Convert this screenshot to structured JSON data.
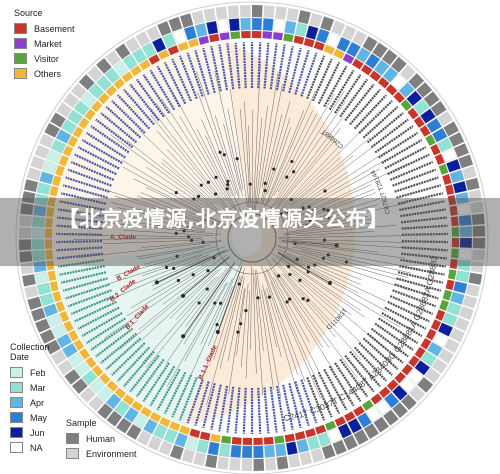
{
  "legend_source": {
    "title": "Source",
    "items": [
      {
        "label": "Basement",
        "color": "#c8352b"
      },
      {
        "label": "Market",
        "color": "#8b3fd1"
      },
      {
        "label": "Visitor",
        "color": "#5aa53a"
      },
      {
        "label": "Others",
        "color": "#f0b73b"
      }
    ]
  },
  "legend_date": {
    "title": "Collection Date",
    "items": [
      {
        "label": "Feb",
        "color": "#c8f1ea"
      },
      {
        "label": "Mar",
        "color": "#8ee3d5"
      },
      {
        "label": "Apr",
        "color": "#5fb4e8"
      },
      {
        "label": "May",
        "color": "#2b7fd6"
      },
      {
        "label": "Jun",
        "color": "#0a1f9e"
      },
      {
        "label": "NA",
        "color": "#ffffff"
      }
    ]
  },
  "legend_sample": {
    "title": "Sample",
    "items": [
      {
        "label": "Human",
        "color": "#7f7f7f"
      },
      {
        "label": "Environment",
        "color": "#d4d4d4"
      }
    ]
  },
  "clade_labels": [
    {
      "text": "A_Clade"
    },
    {
      "text": "B_Clade"
    },
    {
      "text": "B.2_Clade"
    },
    {
      "text": "B.1_Clade"
    },
    {
      "text": "B.1.1_Clade"
    }
  ],
  "mutation_labels": [
    {
      "text": "C241T C3037T C14408T A23403G G28881A G28882A G28883C"
    },
    {
      "text": "C8782T T28144C"
    },
    {
      "text": "G11083T"
    },
    {
      "text": "C26088T"
    }
  ],
  "overlay_text": "【北京疫情源,北京疫情源头公布】",
  "colors": {
    "blue_label": "#2a3a9e",
    "teal_label": "#1f8a70",
    "dark_label": "#333333",
    "red_label": "#b02020",
    "basement_fill": "#fcebd9",
    "sector_fill": "#e6f5f1",
    "branch": "#6b6b6b",
    "node": "#2b2b2b"
  }
}
